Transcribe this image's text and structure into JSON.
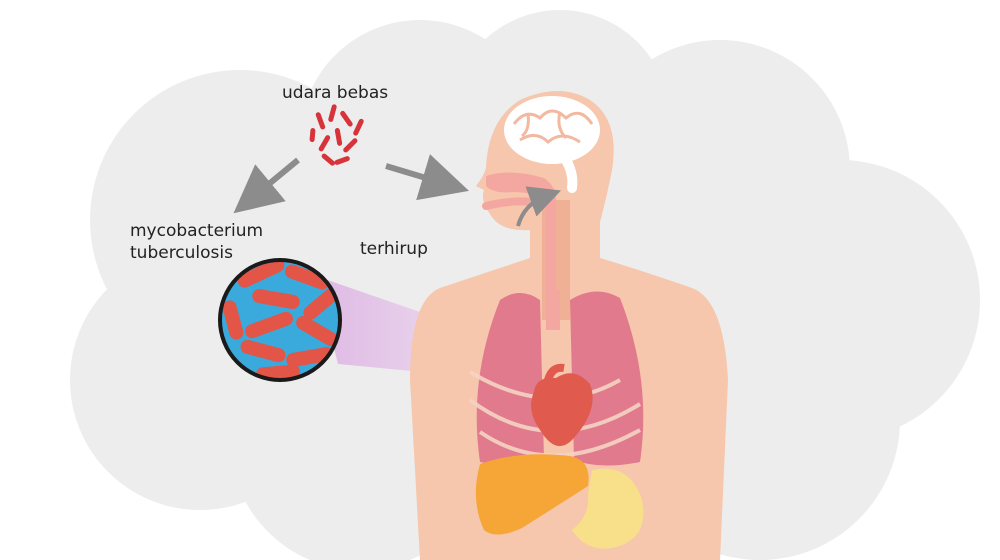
{
  "labels": {
    "air": "udara bebas",
    "bacteria_line1": "mycobacterium",
    "bacteria_line2": "tuberculosis",
    "inhaled": "terhirup"
  },
  "colors": {
    "background_cloud": "#ededed",
    "skin": "#f6c6ad",
    "skin_dark": "#f0b096",
    "lungs": "#e07a8c",
    "airway": "#f4a7a0",
    "heart": "#e05a4e",
    "liver": "#f5a637",
    "stomach": "#f7e089",
    "brain": "#ffffff",
    "bacteria_red": "#d6333a",
    "bacteria_bg": "#3aa9dc",
    "arrow": "#8c8c8c"
  }
}
